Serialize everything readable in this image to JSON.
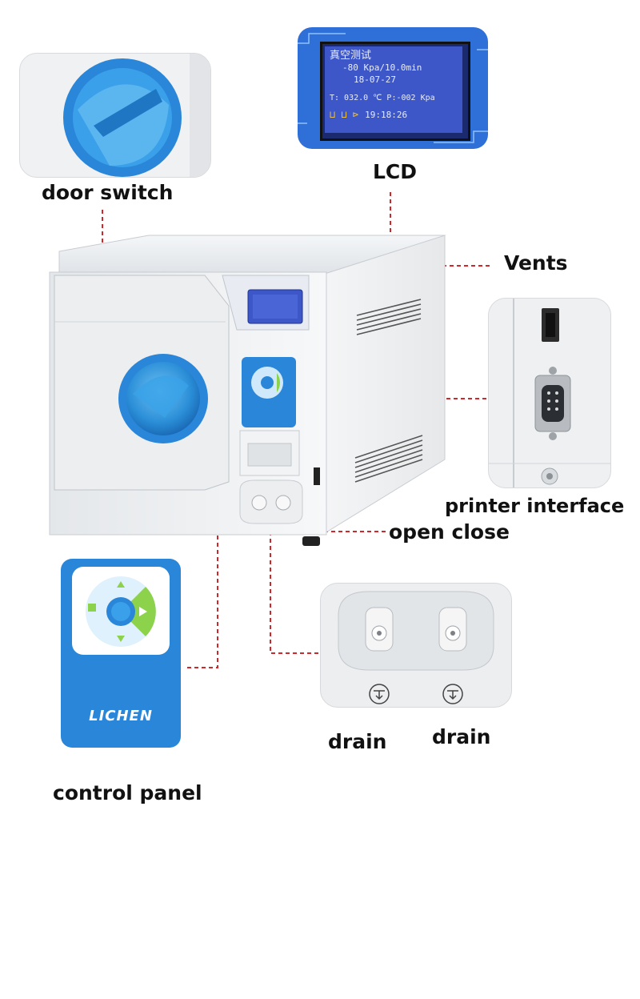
{
  "labels": {
    "door_switch": "door switch",
    "lcd": "LCD",
    "vents": "Vents",
    "printer_interface": "printer interface",
    "open_close": "open close",
    "drain_left": "drain",
    "drain_right": "drain",
    "control_panel": "control panel"
  },
  "lcd_screen": {
    "line1": "真空测试",
    "line2": "-80 Kpa/10.0min",
    "line3": "18-07-27",
    "line4": "T: 032.0 ℃ P:-002 Kpa",
    "line5": "19:18:26"
  },
  "brand": {
    "name": "LICHEN"
  },
  "colors": {
    "leader_line": "#d0282a",
    "brand_blue": "#2a86d8",
    "lcd_blue": "#3d57c8",
    "control_green": "#8cd24a"
  }
}
